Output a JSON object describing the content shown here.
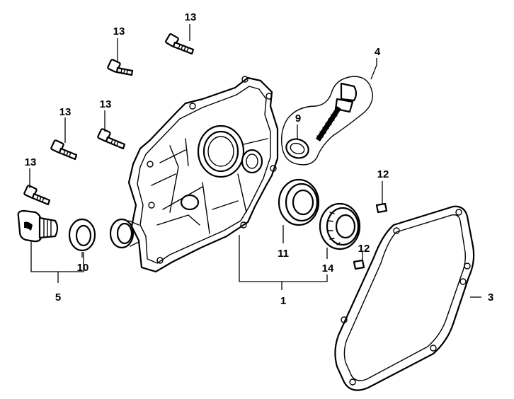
{
  "callouts": {
    "c1": "1",
    "c3": "3",
    "c4": "4",
    "c5": "5",
    "c9": "9",
    "c10": "10",
    "c11": "11",
    "c12a": "12",
    "c12b": "12",
    "c13a": "13",
    "c13b": "13",
    "c13c": "13",
    "c13d": "13",
    "c13e": "13",
    "c14": "14"
  }
}
